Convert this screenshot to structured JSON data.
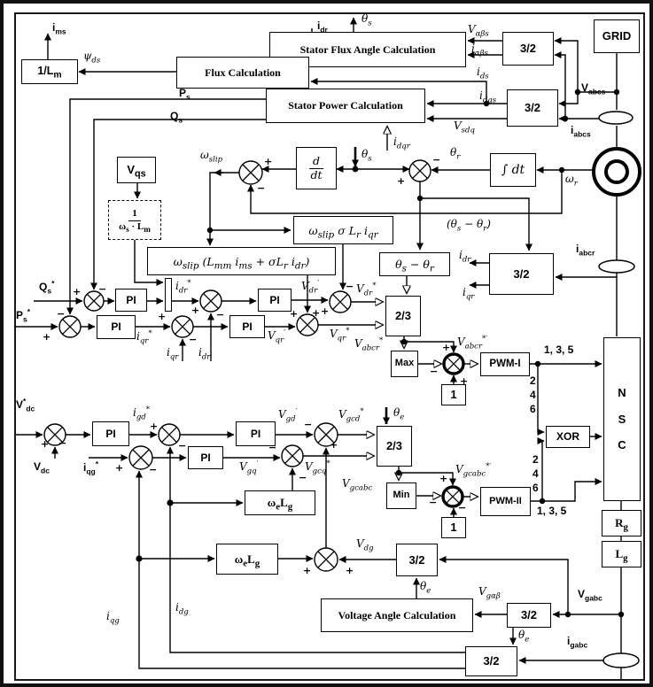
{
  "boxes": {
    "grid": "GRID",
    "sfa": "Stator Flux Angle Calculation",
    "flux": "Flux Calculation",
    "olm": "1/L~m~",
    "spc": "Stator Power Calculation",
    "t32": "3/2",
    "t23": "2/3",
    "pi": "PI",
    "ddt_num": "d",
    "ddt_den": "dt",
    "integral": "∫ dt",
    "vqs": "V~qs~",
    "frac_num": "1",
    "frac_den": "ω~s~ · L~m~",
    "wsl1": "ω~slip~ σ L~r~ i~qr~",
    "wsl2": "ω~slip~ (L~mm~ i~ms~ + σL~r~ i~dr~)",
    "tdiff": "θ~s~ − θ~r~",
    "max": "Max",
    "min": "Min",
    "one": "1",
    "pwm1": "PWM-I",
    "pwm2": "PWM-II",
    "xor": "XOR",
    "rg": "R~g~",
    "lg": "L~g~",
    "wlg": "ω~e~L~g~",
    "vac": "Voltage Angle Calculation"
  },
  "nsc": [
    "N",
    "S",
    "C"
  ],
  "labels": {
    "i_ms": "i~ms~",
    "psi_ds": "ψ~ds~",
    "i_dr": "i~dr~",
    "theta_s": "θ~s~",
    "v_abs": "V~αβs~",
    "i_abs": "i~αβs~",
    "v_abcs": "V~abcs~",
    "i_abcs": "i~abcs~",
    "i_ds": "i~ds~",
    "i_dqs": "i~dqs~",
    "v_sdq": "V~sdq~",
    "p_s": "P~s~",
    "q_s": "Q~s~",
    "i_dqr": "i~dqr~",
    "w_slip": "ω~slip~",
    "theta_r": "θ~r~",
    "w_r": "ω~r~",
    "theta_diff": "(θ~s~ − θ~r~)",
    "i_qr": "i~qr~",
    "i_abcr": "i~abcr~",
    "qs_star": "Q~s~^*^",
    "ps_star": "P~s~^*^",
    "idr_star": "i~dr~^*^",
    "iqr_star": "i~qr~^*^",
    "vdr_p": "V~dr~^′^",
    "vdr_star": "V~dr~^*^",
    "vqr_p": "V~qr~^′^",
    "vqr_star": "V~qr~^*^",
    "vabcr_star": "V~abcr~^*^",
    "vabcr_sp": "V~abcr~^*′^",
    "one35": "1, 3, 5",
    "two": "2",
    "four": "4",
    "six": "6",
    "vgcabc_sp": "V~gcabc~^*′^",
    "vdc_star": "V^*^~dc~",
    "vdc": "V~dc~",
    "igd_star": "i~gd~^*^",
    "iqg_star": "i~qg~^*^",
    "vgd_p": "V~gd~^′^",
    "vgcd_star": "V~gcd~^*^",
    "vgq_p": "V~gq~^′^",
    "vgcq_star": "V~gcq~^*^",
    "theta_e": "θ~e~",
    "vgcabc": "V~gcabc~",
    "v_dg": "V~dg~",
    "v_gab": "V~gαβ~",
    "v_gabc": "V~gabc~",
    "i_gabc": "i~gabc~",
    "i_dg": "i~dg~",
    "i_qg": "i~qg~"
  },
  "signs": {
    "plus": "+",
    "minus": "−"
  }
}
